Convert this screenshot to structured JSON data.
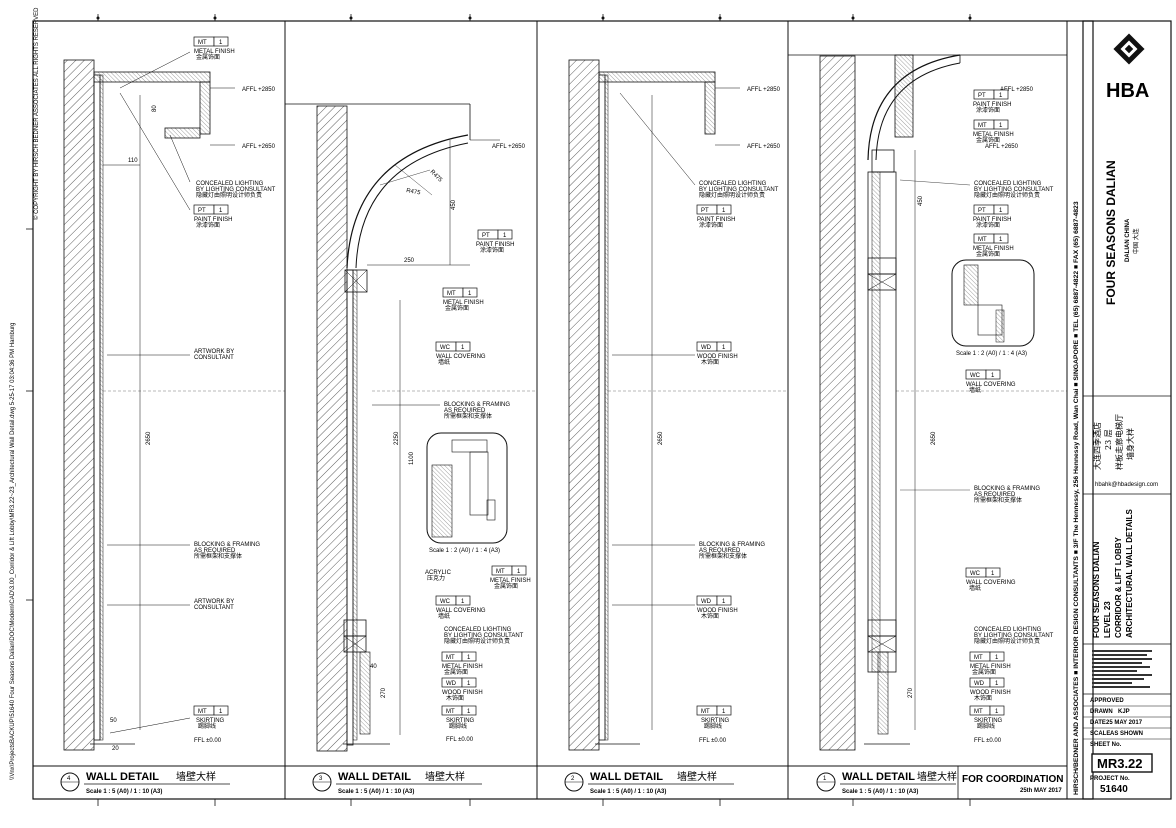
{
  "sheet": {
    "panels": [
      {
        "num": "4",
        "title": "WALL DETAIL",
        "title_cn": "墙壁大样",
        "scale": "Scale 1 : 5 (A0) / 1 : 10 (A3)",
        "labels": [
          "CONCEALED LIGHTING",
          "BY LIGHTING CONSULTANT",
          "隐藏灯由照明设计师负责",
          "ARTWORK BY",
          "CONSULTANT",
          "BLOCKING & FRAMING",
          "AS REQUIRED",
          "所需框架和支撑体"
        ],
        "tags": [
          {
            "code": "MT",
            "num": "1",
            "label": "METAL FINISH",
            "cn": "金属饰面"
          },
          {
            "code": "PT",
            "num": "1",
            "label": "PAINT FINISH",
            "cn": "涂漆饰面"
          },
          {
            "code": "MT",
            "num": "1",
            "label": "SKIRTING",
            "cn": "踢脚线"
          }
        ],
        "levels": [
          "AFFL +2850",
          "AFFL +2650",
          "FFL ±0.00"
        ],
        "dims": [
          "110",
          "80",
          "2650",
          "50",
          "20"
        ]
      },
      {
        "num": "3",
        "title": "WALL DETAIL",
        "title_cn": "墙壁大样",
        "scale": "Scale 1 : 5 (A0) / 1 : 10 (A3)",
        "labels": [
          "BLOCKING & FRAMING",
          "AS REQUIRED",
          "所需框架和支撑体",
          "ACRYLIC",
          "压克力",
          "CONCEALED LIGHTING",
          "BY LIGHTING CONSULTANT",
          "隐藏灯由照明设计师负责"
        ],
        "tags": [
          {
            "code": "PT",
            "num": "1",
            "label": "PAINT FINISH",
            "cn": "涂漆饰面"
          },
          {
            "code": "MT",
            "num": "1",
            "label": "METAL FINISH",
            "cn": "金属饰面"
          },
          {
            "code": "WC",
            "num": "1",
            "label": "WALL COVERING",
            "cn": "墙纸"
          },
          {
            "code": "MT",
            "num": "1",
            "label": "METAL FINISH",
            "cn": "金属饰面"
          },
          {
            "code": "WC",
            "num": "1",
            "label": "WALL COVERING",
            "cn": "墙纸"
          },
          {
            "code": "MT",
            "num": "1",
            "label": "METAL FINISH",
            "cn": "金属饰面"
          },
          {
            "code": "WD",
            "num": "1",
            "label": "WOOD FINISH",
            "cn": "木饰面"
          },
          {
            "code": "MT",
            "num": "1",
            "label": "SKIRTING",
            "cn": "踢脚线"
          }
        ],
        "levels": [
          "AFFL +2650",
          "FFL ±0.00"
        ],
        "dims": [
          "250",
          "450",
          "R475",
          "R475",
          "1100",
          "2250",
          "270",
          "40"
        ],
        "callout_scale": "Scale 1 : 2 (A0) / 1 : 4 (A3)"
      },
      {
        "num": "2",
        "title": "WALL DETAIL",
        "title_cn": "墙壁大样",
        "scale": "Scale 1 : 5 (A0) / 1 : 10 (A3)",
        "labels": [
          "CONCEALED LIGHTING",
          "BY LIGHTING CONSULTANT",
          "隐藏灯由照明设计师负责",
          "BLOCKING & FRAMING",
          "AS REQUIRED",
          "所需框架和支撑体"
        ],
        "tags": [
          {
            "code": "PT",
            "num": "1",
            "label": "PAINT FINISH",
            "cn": "涂漆饰面"
          },
          {
            "code": "WD",
            "num": "1",
            "label": "WOOD FINISH",
            "cn": "木饰面"
          },
          {
            "code": "WD",
            "num": "1",
            "label": "WOOD FINISH",
            "cn": "木饰面"
          },
          {
            "code": "MT",
            "num": "1",
            "label": "SKIRTING",
            "cn": "踢脚线"
          }
        ],
        "levels": [
          "AFFL +2850",
          "AFFL +2650",
          "FFL ±0.00"
        ],
        "dims": [
          "2650"
        ]
      },
      {
        "num": "1",
        "title": "WALL DETAIL",
        "title_cn": "墙壁大样",
        "scale": "Scale 1 : 5 (A0) / 1 : 10 (A3)",
        "labels": [
          "CONCEALED LIGHTING",
          "BY LIGHTING CONSULTANT",
          "隐藏灯由照明设计师负责",
          "BLOCKING & FRAMING",
          "AS REQUIRED",
          "所需框架和支撑体",
          "CONCEALED LIGHTING",
          "BY LIGHTING CONSULTANT",
          "隐藏灯由照明设计师负责"
        ],
        "tags": [
          {
            "code": "PT",
            "num": "1",
            "label": "PAINT FINISH",
            "cn": "涂漆饰面"
          },
          {
            "code": "MT",
            "num": "1",
            "label": "METAL FINISH",
            "cn": "金属饰面"
          },
          {
            "code": "PT",
            "num": "1",
            "label": "PAINT FINISH",
            "cn": "涂漆饰面"
          },
          {
            "code": "MT",
            "num": "1",
            "label": "METAL FINISH",
            "cn": "金属饰面"
          },
          {
            "code": "WC",
            "num": "1",
            "label": "WALL COVERING",
            "cn": "墙纸"
          },
          {
            "code": "WC",
            "num": "1",
            "label": "WALL COVERING",
            "cn": "墙纸"
          },
          {
            "code": "MT",
            "num": "1",
            "label": "METAL FINISH",
            "cn": "金属饰面"
          },
          {
            "code": "WD",
            "num": "1",
            "label": "WOOD FINISH",
            "cn": "木饰面"
          },
          {
            "code": "MT",
            "num": "1",
            "label": "SKIRTING",
            "cn": "踢脚线"
          }
        ],
        "levels": [
          "AFFL +2850",
          "AFFL +2650",
          "FFL ±0.00"
        ],
        "dims": [
          "450",
          "2650",
          "270"
        ],
        "callout_scale": "Scale 1 : 2 (A0) / 1 : 4 (A3)"
      }
    ],
    "coordination": "FOR COORDINATION",
    "coordination_date": "25th MAY 2017",
    "file_path": "\\\\Vnx\\ProjectsBACKUP\\51640 Four Seasons Dalian\\DOC\\Modern\\CAD\\3.00_Corridor & Lift Lobby\\MR3.22~23_Architectural Wall Detail.dwg   5-25-17   03:04:36 PM   Hamburg",
    "copyright": "© COPYRIGHT BY HIRSCH BEDNER ASSOCIATES ALL RIGHTS RESERVED"
  },
  "title_block": {
    "firm_strip": "HIRSCH/BEDNER AND ASSOCIATES ■ INTERIOR DESIGN CONSULTANTS ■ 3/F The Hennessy, 256 Hennessy Road, Wan Chai ■ SINGAPORE ■ TEL (65) 6887-4822 ■ FAX (65) 6887-4823",
    "logo": "HBA",
    "project": "FOUR SEASONS DALIAN",
    "project_sub": "DALIAN CHINA",
    "project_sub_cn": "中国 大连",
    "client_cn": "大连四季酒店",
    "level_cn": "23 层",
    "area_cn": "样板走廊电梯厅",
    "drawing_cn": "墙身大样",
    "email": "hbahk@hbadesign.com",
    "project_line1": "FOUR SEASONS DALIAN",
    "project_line2": "LEVEL 23",
    "project_line3": "CORRIDOR & LIFT LOBBY",
    "project_line4": "ARCHITECTURAL WALL DETAILS",
    "approved_label": "APPROVED",
    "drawn_label": "DRAWN",
    "drawn_by": "KJP",
    "date_label": "DATE",
    "date": "25 MAY 2017",
    "scale_label": "SCALE",
    "scale": "AS SHOWN",
    "sheet_label": "SHEET No.",
    "sheet_no": "MR3.22",
    "project_no_label": "PROJECT No.",
    "project_no": "51640"
  }
}
